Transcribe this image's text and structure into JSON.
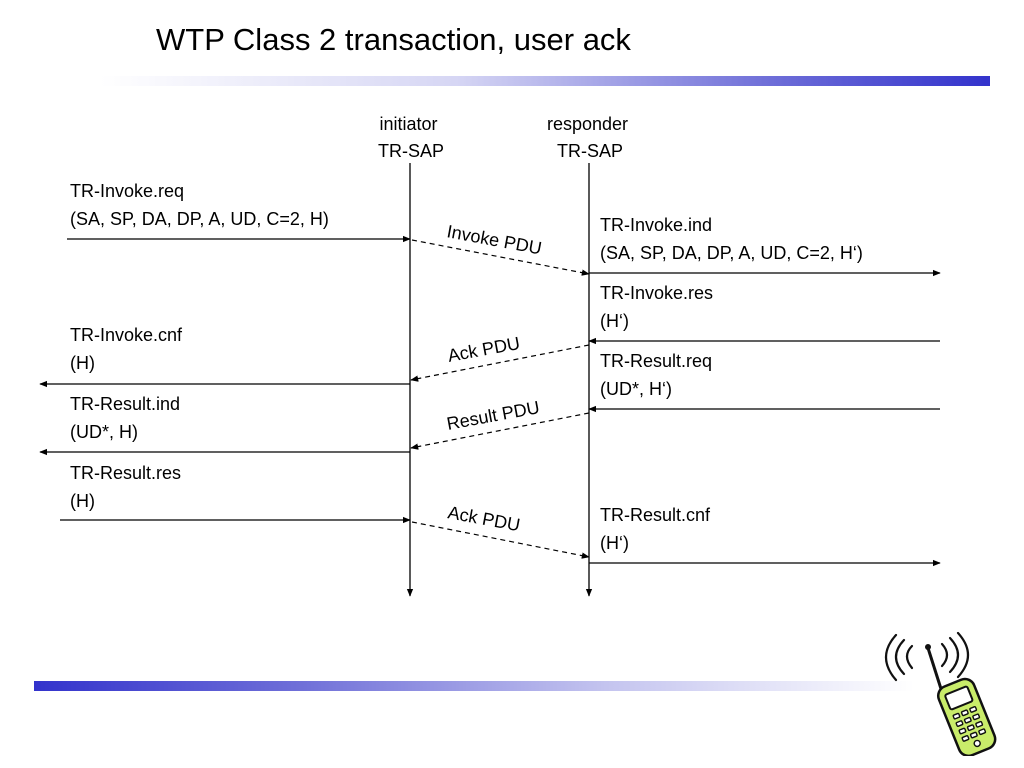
{
  "title": "WTP Class 2 transaction, user ack",
  "lifelines": {
    "initiator": {
      "line1": "initiator",
      "line2": "TR-SAP"
    },
    "responder": {
      "line1": "responder",
      "line2": "TR-SAP"
    }
  },
  "primitives": {
    "invoke_req": {
      "line1": "TR-Invoke.req",
      "line2": "(SA, SP, DA, DP, A, UD, C=2, H)"
    },
    "invoke_ind": {
      "line1": "TR-Invoke.ind",
      "line2": "(SA, SP, DA, DP, A, UD, C=2, H‘)"
    },
    "invoke_res": {
      "line1": "TR-Invoke.res",
      "line2": "(H‘)"
    },
    "invoke_cnf": {
      "line1": "TR-Invoke.cnf",
      "line2": "(H)"
    },
    "result_req": {
      "line1": "TR-Result.req",
      "line2": "(UD*, H‘)"
    },
    "result_ind": {
      "line1": "TR-Result.ind",
      "line2": "(UD*, H)"
    },
    "result_res": {
      "line1": "TR-Result.res",
      "line2": "(H)"
    },
    "result_cnf": {
      "line1": "TR-Result.cnf",
      "line2": "(H‘)"
    }
  },
  "pdus": {
    "invoke": "Invoke PDU",
    "ack1": "Ack PDU",
    "result": "Result PDU",
    "ack2": "Ack PDU"
  },
  "icons": {
    "phone": "mobile-phone-signal-icon"
  }
}
